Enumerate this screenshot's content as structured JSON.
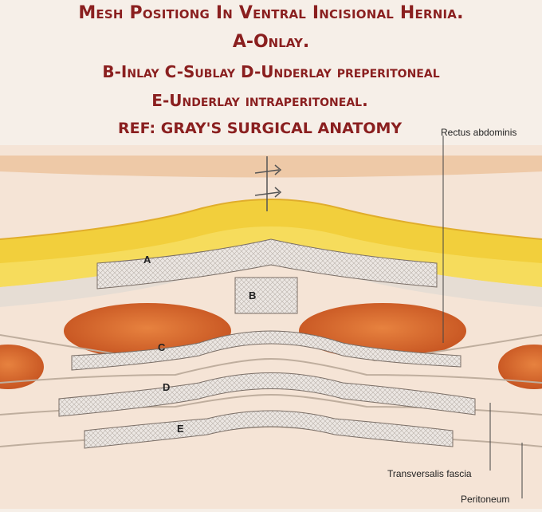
{
  "title": {
    "line1": "Mesh Positiong In Ventral Incisional Hernia.",
    "line2": "A-Onlay.",
    "line3": "B-Inlay C-Sublay D-Underlay preperitoneal",
    "line4": "E-Underlay intraperitoneal.",
    "line5": "REF: GRAY'S SURGICAL ANATOMY"
  },
  "labels": {
    "rectus": "Rectus abdominis",
    "transversalis": "Transversalis fascia",
    "peritoneum": "Peritoneum"
  },
  "mesh": {
    "a": "A",
    "b": "B",
    "c": "C",
    "d": "D",
    "e": "E"
  },
  "colors": {
    "title": "#8a1f1f",
    "skin": "#f3d9c4",
    "fat": "#f2cf3c",
    "muscle": "#d9622b",
    "mesh": "#e9e4e0",
    "fascia": "#d8c9bb"
  }
}
